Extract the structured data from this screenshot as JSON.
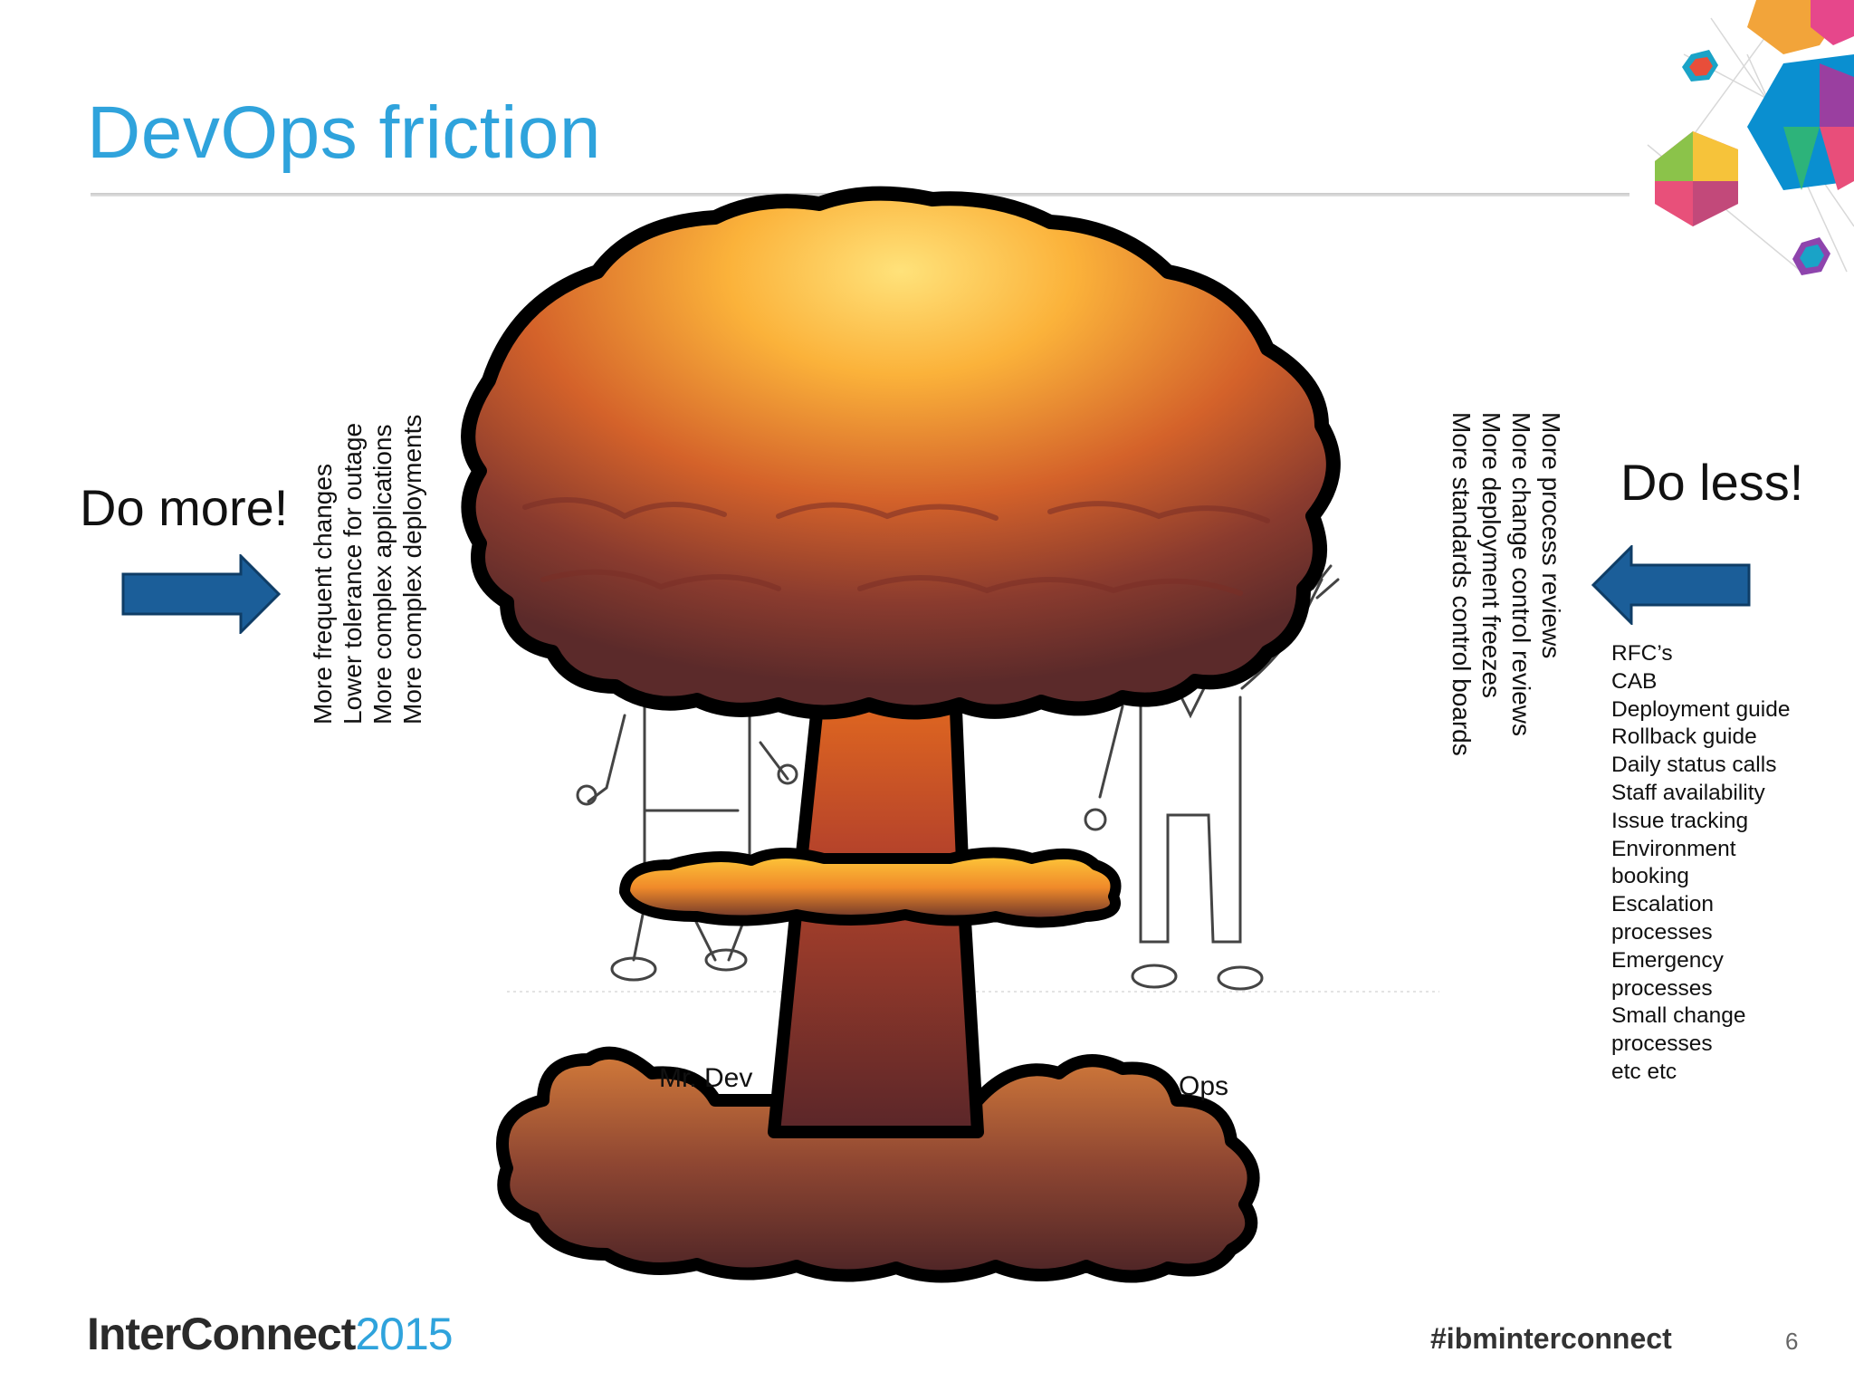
{
  "slide": {
    "title": "DevOps friction",
    "page_number": "6"
  },
  "left": {
    "heading": "Do more!",
    "pressures": [
      "More frequent changes",
      "Lower tolerance for outage",
      "More complex applications",
      "More complex deployments"
    ]
  },
  "right": {
    "heading": "Do less!",
    "pressures": [
      "More process reviews",
      "More change control reviews",
      "More deployment freezes",
      "More standards control boards"
    ],
    "checklist": [
      "RFC’s",
      "CAB",
      "Deployment guide",
      "Rollback guide",
      "Daily status calls",
      "Staff availability",
      "Issue tracking",
      "Environment",
      "booking",
      "Escalation",
      "processes",
      "Emergency",
      "processes",
      "Small change",
      "processes",
      "etc etc"
    ]
  },
  "figures": {
    "dev_label": "Mr. Dev",
    "ops_label": "Ops"
  },
  "footer": {
    "brand_name": "InterConnect",
    "brand_year": "2015",
    "hashtag": "#ibminterconnect"
  },
  "colors": {
    "title": "#2fa3dc",
    "arrow": "#1b5e99",
    "rule": "#cccccc"
  },
  "icons": {
    "arrow_left_side": "arrow-right-icon",
    "arrow_right_side": "arrow-left-icon",
    "corner_decoration": "hexagon-cluster-icon",
    "center_illustration": "mushroom-cloud-icon"
  }
}
